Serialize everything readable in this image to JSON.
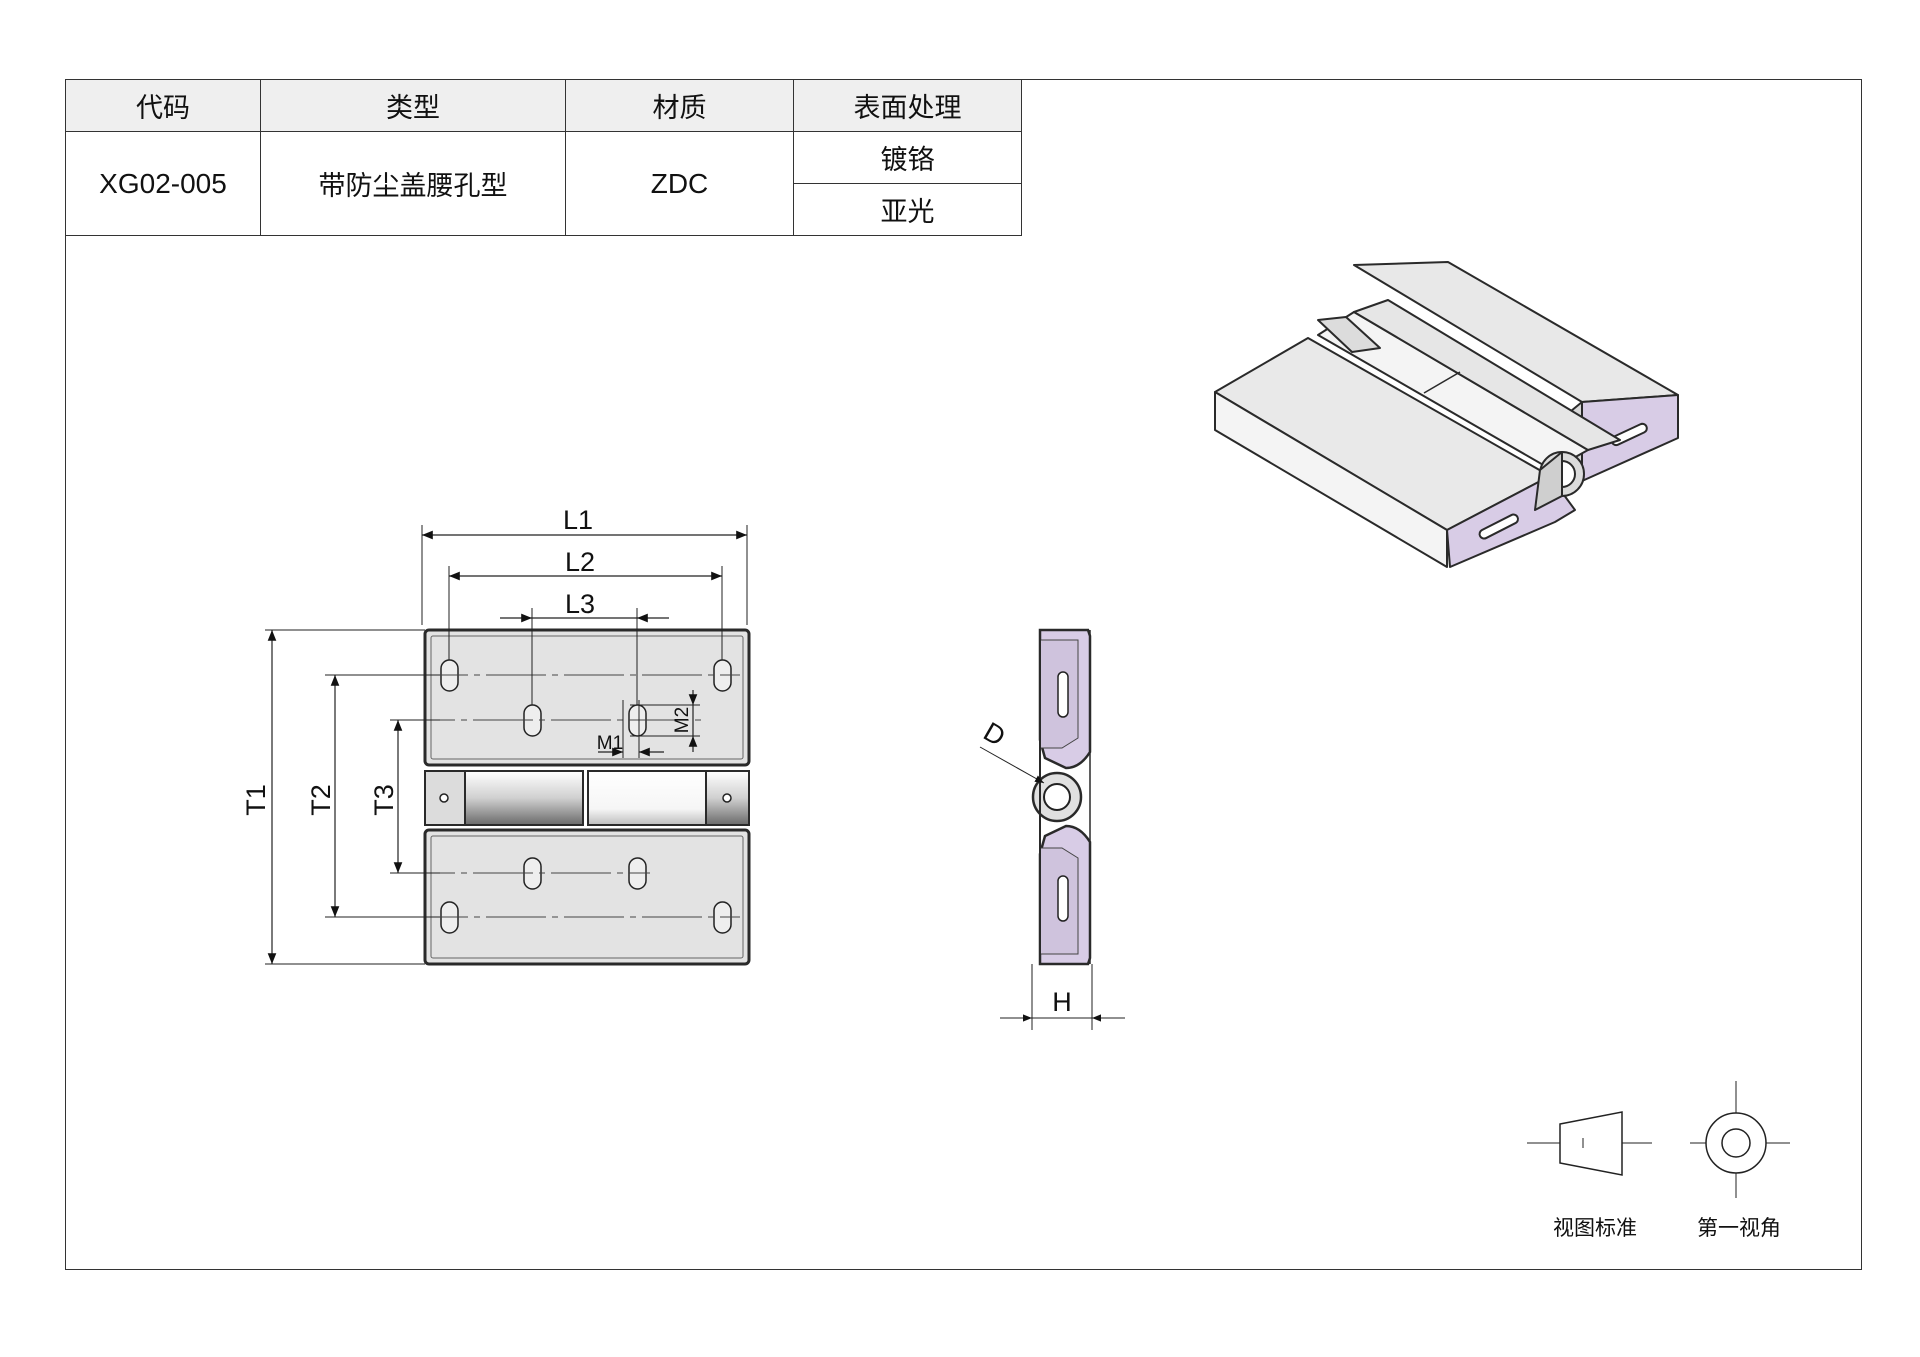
{
  "table": {
    "headers": {
      "code": "代码",
      "type": "类型",
      "material": "材质",
      "surface": "表面处理"
    },
    "row": {
      "code": "XG02-005",
      "type": "带防尘盖腰孔型",
      "material": "ZDC",
      "surface_1": "镀铬",
      "surface_2": "亚光"
    }
  },
  "dimensions": {
    "L1": "L1",
    "L2": "L2",
    "L3": "L3",
    "T1": "T1",
    "T2": "T2",
    "T3": "T3",
    "M1": "M1",
    "M2": "M2",
    "D": "D",
    "H": "H"
  },
  "projection": {
    "view_standard": "视图标准",
    "first_angle": "第一视角"
  },
  "colors": {
    "face": "#e3e3e3",
    "hinge_purple": "#d8cce6",
    "outline": "#2a2a2a"
  }
}
